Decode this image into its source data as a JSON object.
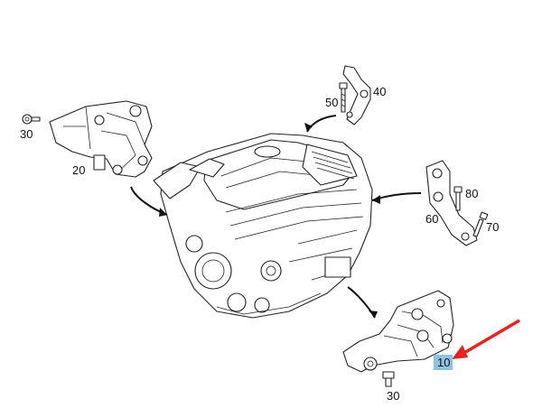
{
  "labels": {
    "l10": "10",
    "l20": "20",
    "l30_left": "30",
    "l30_bottom": "30",
    "l40": "40",
    "l50": "50",
    "l60": "60",
    "l70": "70",
    "l80": "80"
  },
  "colors": {
    "highlight": "#8fc3e6",
    "arrow": "#e8231f",
    "line": "#222222"
  }
}
